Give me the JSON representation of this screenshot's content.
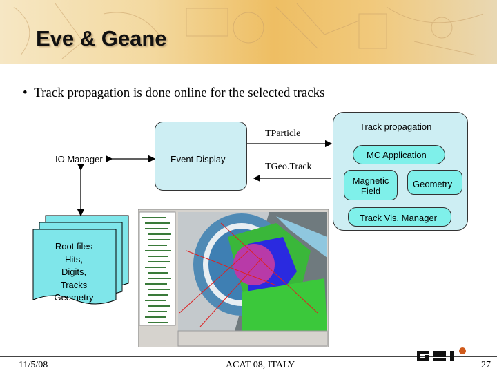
{
  "slide": {
    "title": "Eve & Geane",
    "bullet": "Track propagation is done online for the selected tracks"
  },
  "diagram": {
    "io_manager": "IO Manager",
    "event_display": "Event Display",
    "tparticle": "TParticle",
    "tgeotrack": "TGeo.Track",
    "track_propagation": "Track propagation",
    "mc_application": "MC Application",
    "magnetic_field": "Magnetic\nField",
    "geometry": "Geometry",
    "track_vis_manager": "Track Vis. Manager",
    "root_files": [
      "Root files",
      "Hits,",
      "Digits,",
      "Tracks",
      "Geometry"
    ]
  },
  "footer": {
    "date": "11/5/08",
    "conference": "ACAT 08, ITALY",
    "logo_text": "GSI",
    "page": "27"
  },
  "colors": {
    "box_fill": "#cdeef3",
    "mc_fill": "#7ff0ea",
    "document_fill": "#7fe6ea",
    "header_accent": "#eebe63"
  }
}
